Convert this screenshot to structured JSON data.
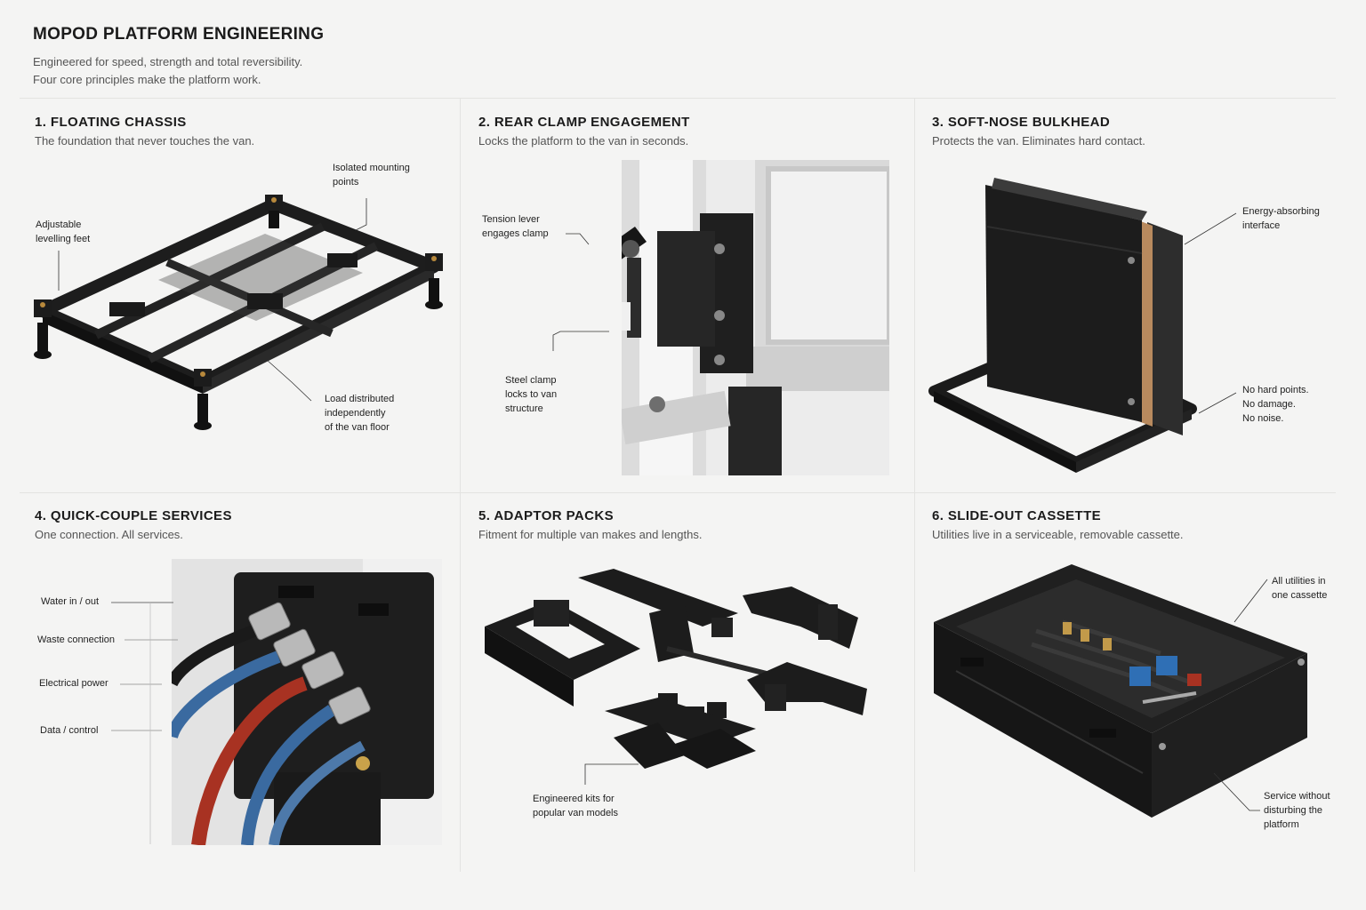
{
  "header": {
    "title": "MOPOD PLATFORM ENGINEERING",
    "subtitle_line1": "Engineered for speed, strength and total reversibility.",
    "subtitle_line2": "Four core principles make the platform work."
  },
  "panels": [
    {
      "title": "1. FLOATING CHASSIS",
      "desc": "The foundation that never touches the van.",
      "labels": [
        "Isolated mounting",
        "points",
        "Adjustable",
        "levelling feet",
        "Load distributed",
        "independently",
        "of the van floor"
      ]
    },
    {
      "title": "2. REAR CLAMP ENGAGEMENT",
      "desc": "Locks the platform to the van in seconds.",
      "labels": [
        "Tension lever",
        "engages clamp",
        "Steel clamp",
        "locks to van",
        "structure"
      ]
    },
    {
      "title": "3. SOFT-NOSE BULKHEAD",
      "desc": "Protects the van. Eliminates hard contact.",
      "labels": [
        "Energy-absorbing",
        "interface",
        "No hard points.",
        "No damage.",
        "No noise."
      ]
    },
    {
      "title": "4. QUICK-COUPLE SERVICES",
      "desc": "One connection. All services.",
      "labels": [
        "Water in / out",
        "Waste connection",
        "Electrical power",
        "Data / control"
      ]
    },
    {
      "title": "5. ADAPTOR PACKS",
      "desc": "Fitment for multiple van makes and lengths.",
      "labels": [
        "Engineered kits for",
        "popular van models"
      ]
    },
    {
      "title": "6. SLIDE-OUT CASSETTE",
      "desc": "Utilities live in a serviceable, removable cassette.",
      "labels": [
        "All utilities in",
        "one cassette",
        "Service without",
        "disturbing the",
        "platform"
      ]
    }
  ],
  "colors": {
    "background": "#f4f4f3",
    "metal_dark": "#1d1d1d",
    "hose_blue": "#3a6aa0",
    "hose_red": "#a83222",
    "coupler_blue": "#2f6fb5",
    "soft_nose_wood": "#b88a5e"
  }
}
